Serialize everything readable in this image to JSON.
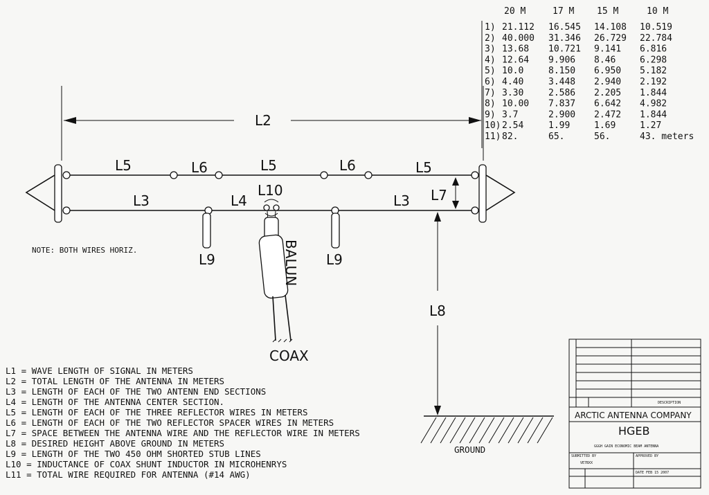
{
  "table": {
    "headers": [
      "20 M",
      "17 M",
      "15 M",
      "10 M"
    ],
    "rows": [
      {
        "n": "1)",
        "v": [
          "21.112",
          "16.545",
          "14.108",
          "10.519"
        ]
      },
      {
        "n": "2)",
        "v": [
          "40.000",
          "31.346",
          "26.729",
          "22.784"
        ]
      },
      {
        "n": "3)",
        "v": [
          "13.68",
          "10.721",
          "9.141",
          "6.816"
        ]
      },
      {
        "n": "4)",
        "v": [
          "12.64",
          "9.906",
          "8.46",
          "6.298"
        ]
      },
      {
        "n": "5)",
        "v": [
          "10.0",
          "8.150",
          "6.950",
          "5.182"
        ]
      },
      {
        "n": "6)",
        "v": [
          "4.40",
          "3.448",
          "2.940",
          "2.192"
        ]
      },
      {
        "n": "7)",
        "v": [
          "3.30",
          "2.586",
          "2.205",
          "1.844"
        ]
      },
      {
        "n": "8)",
        "v": [
          "10.00",
          "7.837",
          "6.642",
          "4.982"
        ]
      },
      {
        "n": "9)",
        "v": [
          "3.7",
          "2.900",
          "2.472",
          "1.844"
        ]
      },
      {
        "n": "10)",
        "v": [
          "2.54",
          "1.99",
          "1.69",
          "1.27"
        ]
      },
      {
        "n": "11)",
        "v": [
          "82.",
          "65.",
          "56.",
          "43. meters"
        ]
      }
    ]
  },
  "diagram": {
    "l2": "L2",
    "top_l5": "L5",
    "top_l6": "L6",
    "l3": "L3",
    "l4": "L4",
    "l7": "L7",
    "l8": "L8",
    "l9": "L9",
    "l10": "L10",
    "balun": "BALUN",
    "coax": "COAX",
    "ground": "GROUND",
    "note": "NOTE:  BOTH  WIRES  HORIZ."
  },
  "legend": [
    "L1  = WAVE LENGTH OF SIGNAL IN METERS",
    "L2   = TOTAL LENGTH OF THE ANTENNA IN METERS",
    "L3  = LENGTH OF EACH OF THE TWO ANTENN END SECTIONS",
    "L4  = LENGTH OF THE ANTENNA CENTER SECTION.",
    "L5  = LENGTH OF EACH OF THE THREE REFLECTOR WIRES IN METERS",
    "L6  = LENGTH OF EACH OF THE TWO REFLECTOR SPACER WIRES IN METERS",
    "L7  = SPACE BETWEEN THE ANTENNA WIRE AND THE REFLECTOR WIRE IN METERS",
    "L8  = DESIRED HEIGHT ABOVE GROUND IN METERS",
    "L9  = LENGTH OF THE TWO 450 OHM SHORTED STUB LINES",
    "L10 = INDUCTANCE OF COAX SHUNT INDUCTOR IN MICROHENRYS",
    "L11 = TOTAL WIRE REQUIRED FOR ANTENNA (#14 AWG)"
  ],
  "title_block": {
    "description": "DESCRIPTION",
    "company": "ARCTIC ANTENNA COMPANY",
    "drawing_title": "HGEB",
    "subtitle": "GGGH GAIN ECONOMIC BEAM ANTENNA",
    "submitted_by_label": "SUBMITTED BY",
    "submitted_by": "VE7BXX",
    "approved_by_label": "APPROVED BY",
    "date": "DATE FEB 15 2007"
  }
}
